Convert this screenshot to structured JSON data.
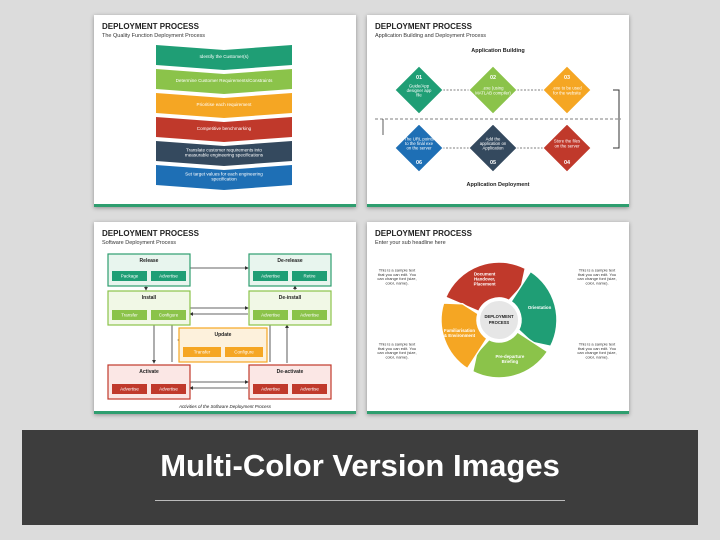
{
  "slides": [
    {
      "title": "DEPLOYMENT PROCESS",
      "subtitle": "The Quality Function Deployment Process",
      "steps": [
        {
          "label": "Identify the Customer(s)",
          "color": "#1f9e75"
        },
        {
          "label": "Determine Customer Requirements/Constraints",
          "color": "#8bc34a"
        },
        {
          "label": "Prioritise each requirement",
          "color": "#f5a623"
        },
        {
          "label": "Competitive benchmarking",
          "color": "#c0392b"
        },
        {
          "label": "Translate customer requirements into measurable engineering specifications",
          "color": "#34495e"
        },
        {
          "label": "Set target values for each engineering specification",
          "color": "#1e6fb5"
        }
      ]
    },
    {
      "title": "DEPLOYMENT PROCESS",
      "subtitle": "Application Building and Deployment Process",
      "section_top": "Application Building",
      "section_bottom": "Application Deployment",
      "nodes": [
        {
          "num": "01",
          "text": "Guide/App designer app file",
          "color": "#1f9e75"
        },
        {
          "num": "02",
          "text": ".exe (using MATLAB compiler)",
          "color": "#8bc34a"
        },
        {
          "num": "03",
          "text": ".exe to be used for the website",
          "color": "#f5a623"
        },
        {
          "num": "04",
          "text": "Store the files on the server",
          "color": "#c0392b"
        },
        {
          "num": "05",
          "text": "Add the application on Application",
          "color": "#34495e"
        },
        {
          "num": "06",
          "text": "The URL points to the final exe on the server",
          "color": "#1e6fb5"
        }
      ]
    },
    {
      "title": "DEPLOYMENT PROCESS",
      "subtitle": "Software Deployment Process",
      "boxes": {
        "release": {
          "title": "Release",
          "items": [
            "Package",
            "Advertise"
          ]
        },
        "derelease": {
          "title": "De-release",
          "items": [
            "Advertise",
            "Retire"
          ]
        },
        "install": {
          "title": "Install",
          "items": [
            "Transfer",
            "Configure"
          ]
        },
        "deinstall": {
          "title": "De-install",
          "items": [
            "Advertise",
            "Advertise"
          ]
        },
        "update": {
          "title": "Update",
          "items": [
            "Transfer",
            "Configure"
          ]
        },
        "activate": {
          "title": "Activate",
          "items": [
            "Advertise",
            "Advertise"
          ]
        },
        "deactivate": {
          "title": "De-activate",
          "items": [
            "Advertise",
            "Advertise"
          ]
        }
      },
      "caption": "Activities of the Software Deployment Process"
    },
    {
      "title": "DEPLOYMENT PROCESS",
      "subtitle": "Enter your sub headline here",
      "center": "DEPLOYMENT PROCESS",
      "segments": [
        {
          "label": "Document Handover, Placement",
          "color": "#c0392b"
        },
        {
          "label": "Orientation",
          "color": "#1f9e75"
        },
        {
          "label": "Pre-departure Briefing",
          "color": "#8bc34a"
        },
        {
          "label": "Familiarisation & Environment",
          "color": "#f5a623"
        }
      ],
      "sample_text": "This is a sample text that you can edit. You can change font (size, color, name)."
    }
  ],
  "banner": {
    "title": "Multi-Color Version Images"
  }
}
